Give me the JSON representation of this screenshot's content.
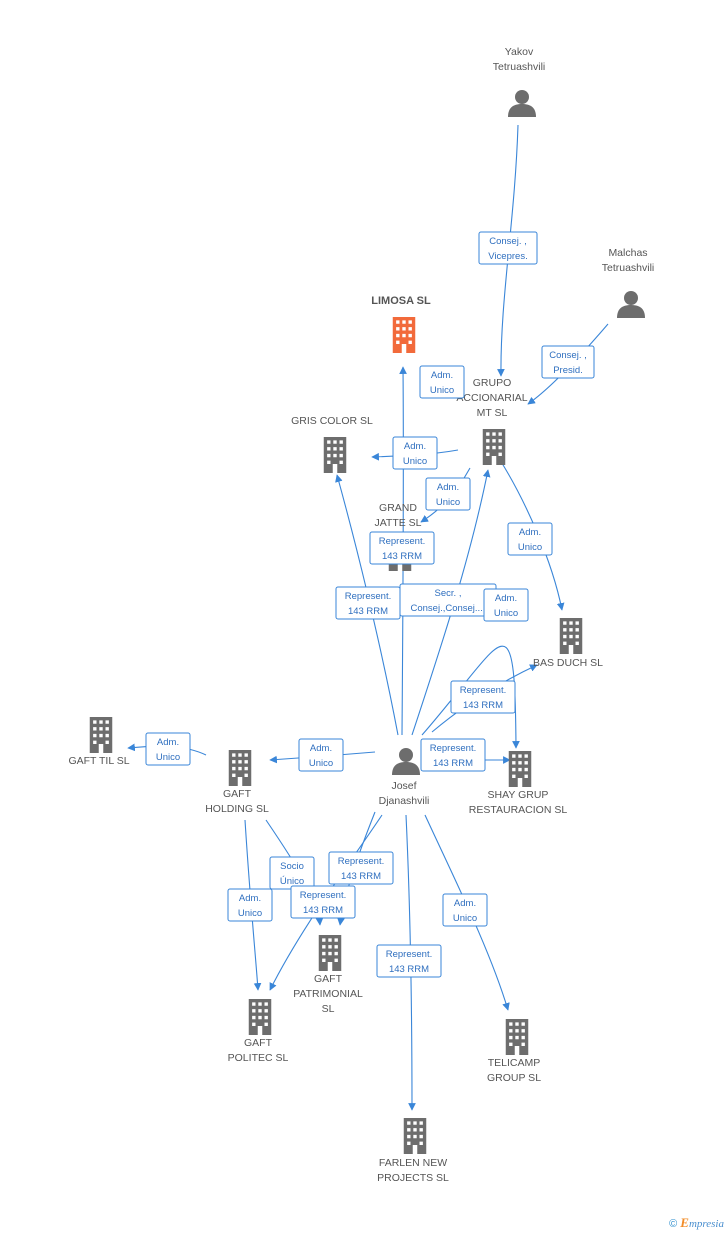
{
  "nodes": [
    {
      "id": "yakov",
      "kind": "person",
      "lines": [
        "Yakov",
        "Tetruashvili"
      ]
    },
    {
      "id": "malchas",
      "kind": "person",
      "lines": [
        "Malchas",
        "Tetruashvili"
      ]
    },
    {
      "id": "limosa",
      "kind": "company",
      "focus": true,
      "lines": [
        "LIMOSA SL"
      ]
    },
    {
      "id": "grupo",
      "kind": "company",
      "lines": [
        "GRUPO",
        "ACCIONARIAL",
        "MT SL"
      ]
    },
    {
      "id": "gris",
      "kind": "company",
      "lines": [
        "GRIS COLOR SL"
      ]
    },
    {
      "id": "grand",
      "kind": "company",
      "lines": [
        "GRAND",
        "JATTE SL"
      ]
    },
    {
      "id": "basduch",
      "kind": "company",
      "lines": [
        "BAS DUCH SL"
      ]
    },
    {
      "id": "josef",
      "kind": "person",
      "lines": [
        "Josef",
        "Djanashvili"
      ]
    },
    {
      "id": "shay",
      "kind": "company",
      "lines": [
        "SHAY GRUP",
        "RESTAURACION SL"
      ]
    },
    {
      "id": "gafttil",
      "kind": "company",
      "lines": [
        "GAFT TIL  SL"
      ]
    },
    {
      "id": "gafth",
      "kind": "company",
      "lines": [
        "GAFT",
        "HOLDING  SL"
      ]
    },
    {
      "id": "gaftpat",
      "kind": "company",
      "lines": [
        "GAFT",
        "PATRIMONIAL",
        "SL"
      ]
    },
    {
      "id": "gaftpol",
      "kind": "company",
      "lines": [
        "GAFT",
        "POLITEC  SL"
      ]
    },
    {
      "id": "telicamp",
      "kind": "company",
      "lines": [
        "TELICAMP",
        "GROUP SL"
      ]
    },
    {
      "id": "farlen",
      "kind": "company",
      "lines": [
        "FARLEN NEW",
        "PROJECTS SL"
      ]
    }
  ],
  "edges": [
    {
      "from": "yakov",
      "to": "grupo",
      "lines": [
        "Consej. ,",
        "Vicepres."
      ]
    },
    {
      "from": "malchas",
      "to": "grupo",
      "lines": [
        "Consej. ,",
        "Presid."
      ]
    },
    {
      "from": "grupo",
      "to": "limosa",
      "lines": [
        "Adm.",
        "Unico"
      ]
    },
    {
      "from": "grupo",
      "to": "gris",
      "lines": [
        "Adm.",
        "Unico"
      ]
    },
    {
      "from": "grupo",
      "to": "grand",
      "lines": [
        "Adm.",
        "Unico"
      ]
    },
    {
      "from": "grupo",
      "to": "basduch",
      "lines": [
        "Adm.",
        "Unico"
      ]
    },
    {
      "from": "josef",
      "to": "limosa",
      "lines": [
        "Represent.",
        "143 RRM"
      ]
    },
    {
      "from": "josef",
      "to": "gris",
      "lines": [
        "Represent.",
        "143 RRM"
      ]
    },
    {
      "from": "josef",
      "to": "grupo",
      "lines": [
        "Secr. ,",
        "Consej.,Consej...."
      ]
    },
    {
      "from": "josef",
      "to": "shay",
      "lines": [
        "Adm.",
        "Unico"
      ]
    },
    {
      "from": "josef",
      "to": "basduch",
      "lines": [
        "Represent.",
        "143 RRM"
      ]
    },
    {
      "from": "josef",
      "to": "shay",
      "lines": [
        "Represent.",
        "143 RRM"
      ]
    },
    {
      "from": "josef",
      "to": "gafth",
      "lines": [
        "Adm.",
        "Unico"
      ]
    },
    {
      "from": "gafth",
      "to": "gafttil",
      "lines": [
        "Adm.",
        "Unico"
      ]
    },
    {
      "from": "gafth",
      "to": "gaftpat",
      "lines": [
        "Socio",
        "Único"
      ]
    },
    {
      "from": "gafth",
      "to": "gaftpol",
      "lines": [
        "Adm.",
        "Unico"
      ]
    },
    {
      "from": "josef",
      "to": "gaftpat",
      "lines": [
        "Represent.",
        "143 RRM"
      ]
    },
    {
      "from": "josef",
      "to": "gaftpol",
      "lines": [
        "Represent.",
        "143 RRM"
      ]
    },
    {
      "from": "josef",
      "to": "farlen",
      "lines": [
        "Represent.",
        "143 RRM"
      ]
    },
    {
      "from": "josef",
      "to": "telicamp",
      "lines": [
        "Adm.",
        "Unico"
      ]
    }
  ],
  "footer": {
    "copyright": "©",
    "brand_initial": "E",
    "brand_rest": "mpresia"
  },
  "colors": {
    "edge": "#3a86d8",
    "company": "#6d6d6d",
    "focus": "#f26a3b",
    "person": "#6d6d6d"
  }
}
